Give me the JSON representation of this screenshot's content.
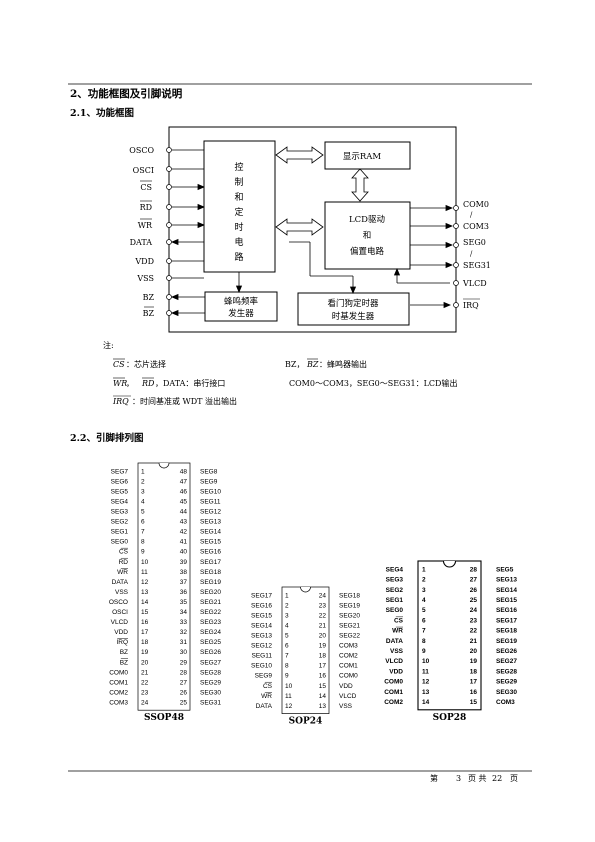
{
  "section": {
    "title": "2、功能框图及引脚说明",
    "sub1": "2.1、功能框图",
    "sub2": "2.2、引脚排列图"
  },
  "block": {
    "left_pins": [
      "OSCO",
      "OSCI",
      "CS",
      "RD",
      "WR",
      "DATA",
      "VDD",
      "VSS",
      "BZ",
      "BZ"
    ],
    "control": [
      "控",
      "制",
      "和",
      "定",
      "时",
      "电",
      "路"
    ],
    "display_ram": "显示RAM",
    "lcd": [
      "LCD驱动",
      "和",
      "偏置电路"
    ],
    "buzzer": [
      "蜂鸣频率",
      "发生器"
    ],
    "watchdog": [
      "看门狗定时器",
      "时基发生器"
    ],
    "right_pins": [
      "COM0",
      "/",
      "COM3",
      "SEG0",
      "/",
      "SEG31",
      "VLCD",
      "IRQ"
    ]
  },
  "notes": {
    "head": "注:",
    "l1a": "CS",
    "l1b": "：芯片选择",
    "l1c": "BZ，",
    "l1d": "BZ",
    "l1e": "：蜂鸣器输出",
    "l2a": "WR",
    "l2b": "，",
    "l2c": "RD",
    "l2d": "，DATA：串行接口",
    "l2e": "COM0～COM3，SEG0～SEG31：LCD输出",
    "l3a": "IRQ",
    "l3b": "：时间基准或 WDT 溢出输出"
  },
  "packages": [
    {
      "name": "SSOP48",
      "left": [
        "SEG7",
        "SEG6",
        "SEG5",
        "SEG4",
        "SEG3",
        "SEG2",
        "SEG1",
        "SEG0",
        "CS",
        "RD",
        "WR",
        "DATA",
        "VSS",
        "OSCO",
        "OSCI",
        "VLCD",
        "VDD",
        "IRQ",
        "BZ",
        "BZ",
        "COM0",
        "COM1",
        "COM2",
        "COM3"
      ],
      "right": [
        "SEG8",
        "SEG9",
        "SEG10",
        "SEG11",
        "SEG12",
        "SEG13",
        "SEG14",
        "SEG15",
        "SEG16",
        "SEG17",
        "SEG18",
        "SEG19",
        "SEG20",
        "SEG21",
        "SEG22",
        "SEG23",
        "SEG24",
        "SEG25",
        "SEG26",
        "SEG27",
        "SEG28",
        "SEG29",
        "SEG30",
        "SEG31"
      ],
      "overbar_left": [
        8,
        9,
        10,
        17,
        19
      ]
    },
    {
      "name": "SOP24",
      "left": [
        "SEG17",
        "SEG16",
        "SEG15",
        "SEG14",
        "SEG13",
        "SEG12",
        "SEG11",
        "SEG10",
        "SEG9",
        "CS",
        "WR",
        "DATA"
      ],
      "right": [
        "SEG18",
        "SEG19",
        "SEG20",
        "SEG21",
        "SEG22",
        "COM3",
        "COM2",
        "COM1",
        "COM0",
        "VDD",
        "VLCD",
        "VSS"
      ],
      "overbar_left": [
        9,
        10
      ]
    },
    {
      "name": "SOP28",
      "left": [
        "SEG4",
        "SEG3",
        "SEG2",
        "SEG1",
        "SEG0",
        "CS",
        "WR",
        "DATA",
        "VSS",
        "VLCD",
        "VDD",
        "COM0",
        "COM1",
        "COM2"
      ],
      "right": [
        "SEG5",
        "SEG13",
        "SEG14",
        "SEG15",
        "SEG16",
        "SEG17",
        "SEG18",
        "SEG19",
        "SEG26",
        "SEG27",
        "SEG28",
        "SEG29",
        "SEG30",
        "COM3"
      ],
      "overbar_left": [
        5,
        6
      ]
    }
  ],
  "footer": {
    "p1": "第",
    "page": "3",
    "p2": "页 共",
    "total": "22",
    "p3": "页"
  }
}
